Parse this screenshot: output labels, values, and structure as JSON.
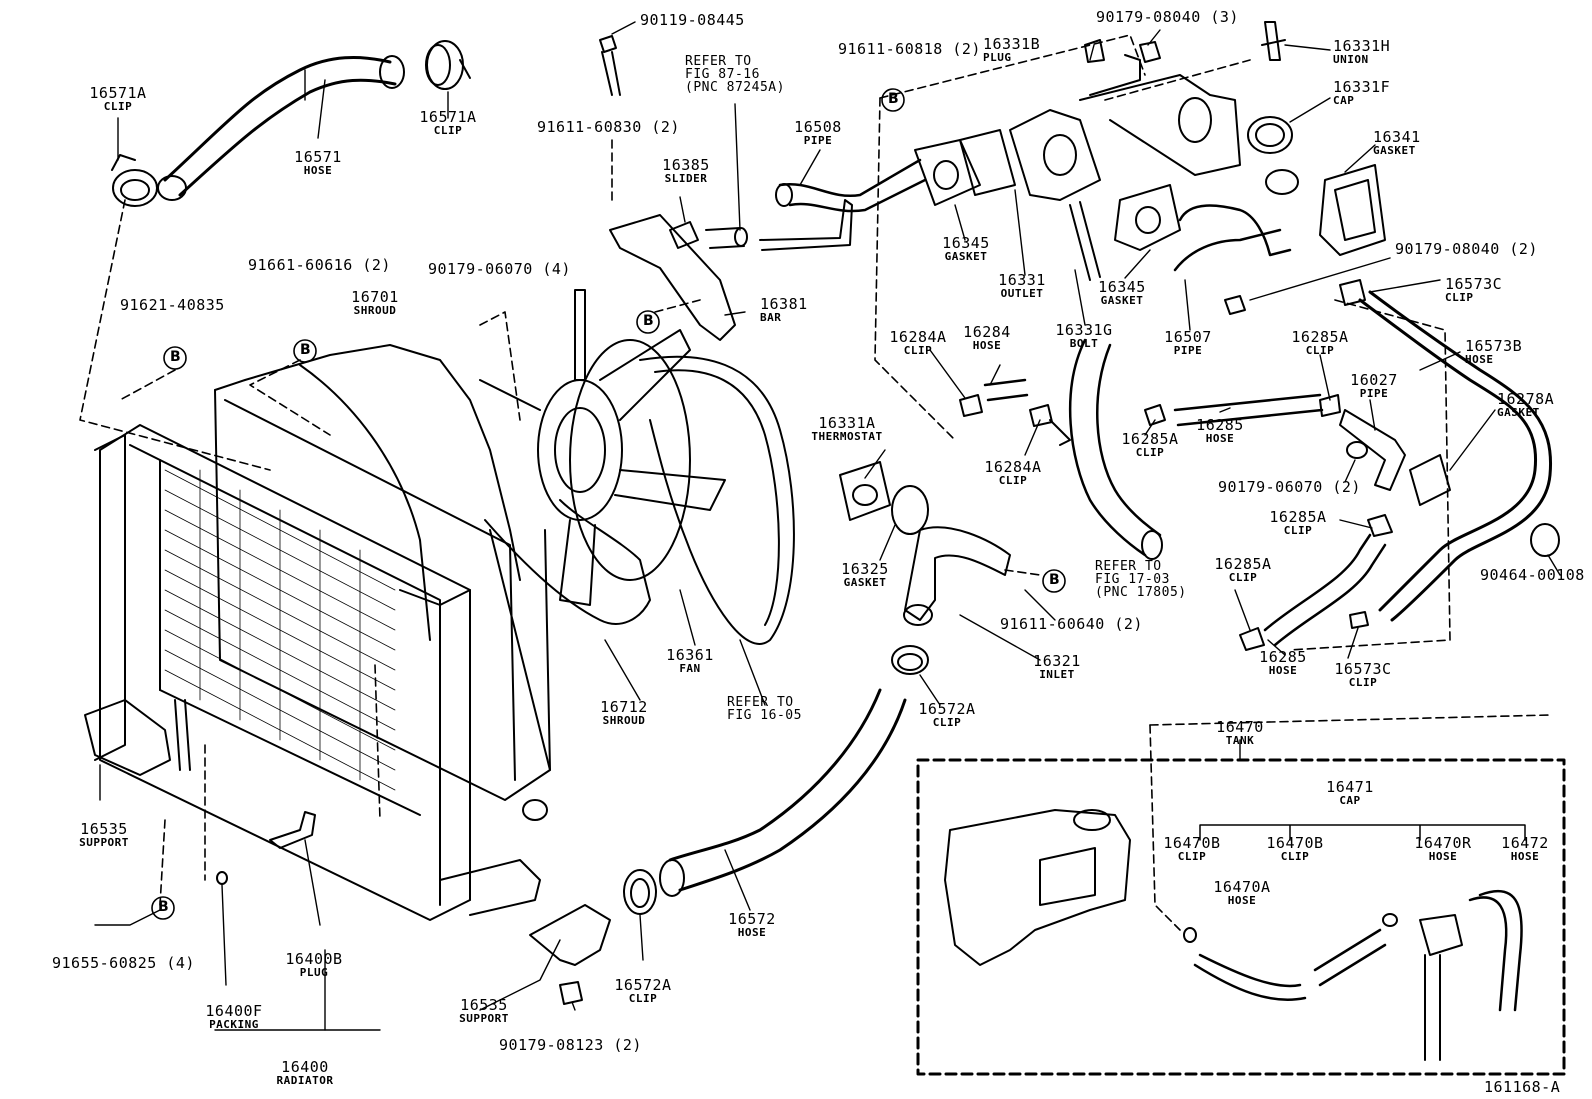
{
  "diagram_id": "161168-A",
  "b_mark": "B",
  "labels": [
    {
      "id": "p16571A_a",
      "pn": "16571A",
      "name": "CLIP"
    },
    {
      "id": "p16571",
      "pn": "16571",
      "name": "HOSE"
    },
    {
      "id": "p16571A_b",
      "pn": "16571A",
      "name": "CLIP"
    },
    {
      "id": "p90119",
      "pn": "90119-08445",
      "name": ""
    },
    {
      "id": "p91611_830",
      "pn": "91611-60830 (2)",
      "name": ""
    },
    {
      "id": "ref8716",
      "pn": "REFER TO",
      "name": "FIG 87-16",
      "extra": "(PNC 87245A)"
    },
    {
      "id": "p16385",
      "pn": "16385",
      "name": "SLIDER"
    },
    {
      "id": "p16381",
      "pn": "16381",
      "name": "BAR"
    },
    {
      "id": "p16508",
      "pn": "16508",
      "name": "PIPE"
    },
    {
      "id": "p91611_818",
      "pn": "91611-60818 (2)",
      "name": ""
    },
    {
      "id": "p16331B",
      "pn": "16331B",
      "name": "PLUG"
    },
    {
      "id": "p90179_040a",
      "pn": "90179-08040 (3)",
      "name": ""
    },
    {
      "id": "p16331H",
      "pn": "16331H",
      "name": "UNION"
    },
    {
      "id": "p16331F",
      "pn": "16331F",
      "name": "CAP"
    },
    {
      "id": "p16341",
      "pn": "16341",
      "name": "GASKET"
    },
    {
      "id": "p16345a",
      "pn": "16345",
      "name": "GASKET"
    },
    {
      "id": "p16331",
      "pn": "16331",
      "name": "OUTLET"
    },
    {
      "id": "p16331G",
      "pn": "16331G",
      "name": "BOLT"
    },
    {
      "id": "p16345b",
      "pn": "16345",
      "name": "GASKET"
    },
    {
      "id": "p16507",
      "pn": "16507",
      "name": "PIPE"
    },
    {
      "id": "p90179_040b",
      "pn": "90179-08040 (2)",
      "name": ""
    },
    {
      "id": "p16573C_a",
      "pn": "16573C",
      "name": "CLIP"
    },
    {
      "id": "p16573B",
      "pn": "16573B",
      "name": "HOSE"
    },
    {
      "id": "p16278A",
      "pn": "16278A",
      "name": "GASKET"
    },
    {
      "id": "p91621",
      "pn": "91621-40835",
      "name": ""
    },
    {
      "id": "p91661",
      "pn": "91661-60616 (2)",
      "name": ""
    },
    {
      "id": "p16701",
      "pn": "16701",
      "name": "SHROUD"
    },
    {
      "id": "p90179_070a",
      "pn": "90179-06070 (4)",
      "name": ""
    },
    {
      "id": "p16284A_a",
      "pn": "16284A",
      "name": "CLIP"
    },
    {
      "id": "p16284",
      "pn": "16284",
      "name": "HOSE"
    },
    {
      "id": "p16284A_b",
      "pn": "16284A",
      "name": "CLIP"
    },
    {
      "id": "p16285A_a",
      "pn": "16285A",
      "name": "CLIP"
    },
    {
      "id": "p16285_a",
      "pn": "16285",
      "name": "HOSE"
    },
    {
      "id": "p16285A_b",
      "pn": "16285A",
      "name": "CLIP"
    },
    {
      "id": "p16027",
      "pn": "16027",
      "name": "PIPE"
    },
    {
      "id": "p90179_070b",
      "pn": "90179-06070 (2)",
      "name": ""
    },
    {
      "id": "p16285A_c",
      "pn": "16285A",
      "name": "CLIP"
    },
    {
      "id": "p16331A",
      "pn": "16331A",
      "name": "THERMOSTAT"
    },
    {
      "id": "p16325",
      "pn": "16325",
      "name": "GASKET"
    },
    {
      "id": "ref1703",
      "pn": "REFER TO",
      "name": "FIG 17-03",
      "extra": "(PNC 17805)"
    },
    {
      "id": "p16285A_d",
      "pn": "16285A",
      "name": "CLIP"
    },
    {
      "id": "p90464",
      "pn": "90464-00108",
      "name": ""
    },
    {
      "id": "p91611_640",
      "pn": "91611-60640 (2)",
      "name": ""
    },
    {
      "id": "p16361",
      "pn": "16361",
      "name": "FAN"
    },
    {
      "id": "p16321",
      "pn": "16321",
      "name": "INLET"
    },
    {
      "id": "p16285_b",
      "pn": "16285",
      "name": "HOSE"
    },
    {
      "id": "p16573C_b",
      "pn": "16573C",
      "name": "CLIP"
    },
    {
      "id": "p16712",
      "pn": "16712",
      "name": "SHROUD"
    },
    {
      "id": "ref1605",
      "pn": "REFER TO",
      "name": "FIG 16-05"
    },
    {
      "id": "p16572A_a",
      "pn": "16572A",
      "name": "CLIP"
    },
    {
      "id": "p16470",
      "pn": "16470",
      "name": "TANK"
    },
    {
      "id": "p16471",
      "pn": "16471",
      "name": "CAP"
    },
    {
      "id": "p16470B_a",
      "pn": "16470B",
      "name": "CLIP"
    },
    {
      "id": "p16470B_b",
      "pn": "16470B",
      "name": "CLIP"
    },
    {
      "id": "p16470R",
      "pn": "16470R",
      "name": "HOSE"
    },
    {
      "id": "p16472",
      "pn": "16472",
      "name": "HOSE"
    },
    {
      "id": "p16470A",
      "pn": "16470A",
      "name": "HOSE"
    },
    {
      "id": "p16535_a",
      "pn": "16535",
      "name": "SUPPORT"
    },
    {
      "id": "p16572",
      "pn": "16572",
      "name": "HOSE"
    },
    {
      "id": "p16400B",
      "pn": "16400B",
      "name": "PLUG"
    },
    {
      "id": "p91655",
      "pn": "91655-60825 (4)",
      "name": ""
    },
    {
      "id": "p16400F",
      "pn": "16400F",
      "name": "PACKING"
    },
    {
      "id": "p16535_b",
      "pn": "16535",
      "name": "SUPPORT"
    },
    {
      "id": "p16572A_b",
      "pn": "16572A",
      "name": "CLIP"
    },
    {
      "id": "p90179_123",
      "pn": "90179-08123 (2)",
      "name": ""
    },
    {
      "id": "p16400",
      "pn": "16400",
      "name": "RADIATOR"
    }
  ]
}
